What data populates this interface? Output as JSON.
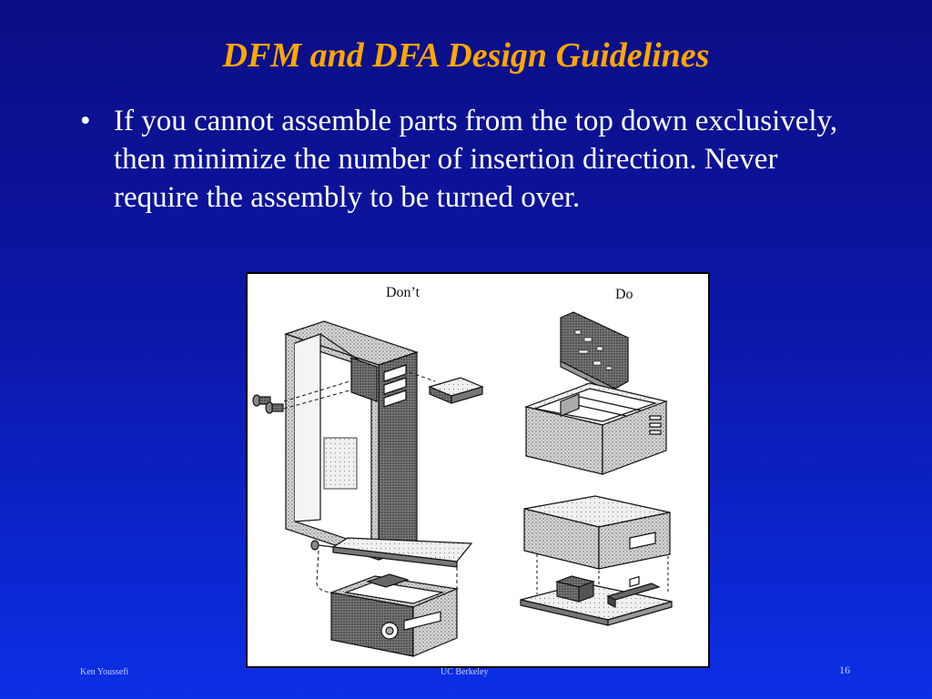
{
  "slide": {
    "title": "DFM and DFA Design Guidelines",
    "bullet_marker": "•",
    "bullet_text": "If you cannot assemble parts from the top down exclusively, then minimize the number of insertion direction. Never require the assembly to be turned over."
  },
  "figure": {
    "label_dont": "Don’t",
    "label_do": "Do"
  },
  "footer": {
    "author": "Ken Youssefi",
    "center": "UC Berkeley",
    "page_number": "16"
  },
  "colors": {
    "title": "#ffa600",
    "text": "#ffffff",
    "background_top": "#0b0e84",
    "background_bottom": "#0b2fe6"
  }
}
